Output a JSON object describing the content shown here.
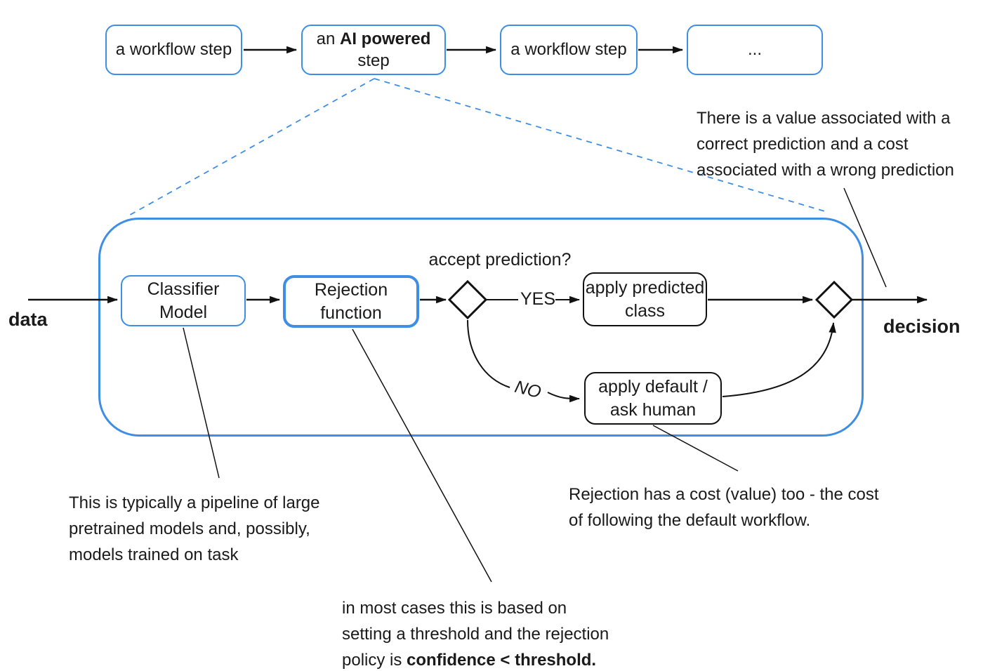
{
  "palette": {
    "accent_blue": "#3e8ee4",
    "ink": "#1a1a1a"
  },
  "top_row": {
    "step1": "a workflow step",
    "step2_line1_prefix": "an ",
    "step2_line1_bold": "AI powered",
    "step2_line2": "step",
    "step3": "a workflow step",
    "step4": "..."
  },
  "pipeline": {
    "input_label": "data",
    "output_label": "decision",
    "classifier_box": {
      "lines": [
        "Classifier",
        "Model"
      ]
    },
    "rejection_box": {
      "lines": [
        "Rejection",
        "function"
      ]
    },
    "gateway_question": "accept prediction?",
    "yes_label": "YES",
    "no_label": "NO",
    "apply_predicted_box": {
      "lines": [
        "apply predicted",
        "class"
      ]
    },
    "apply_default_box": {
      "lines": [
        "apply default /",
        "ask human"
      ]
    }
  },
  "annotations": {
    "value_cost": {
      "lines": [
        "There is a value associated with a",
        "correct prediction and a cost",
        "associated with a wrong prediction"
      ]
    },
    "classifier_note": {
      "lines": [
        "This is typically a pipeline of large",
        "pretrained models and, possibly,",
        "models trained on task"
      ]
    },
    "rejection_note": {
      "lines": [
        "in most cases this is based on",
        "setting a threshold and the rejection"
      ],
      "line3_prefix": "policy is ",
      "line3_bold": "confidence < threshold."
    },
    "rejection_cost_note": {
      "lines": [
        "Rejection has a cost (value) too - the cost",
        "of following the default workflow."
      ]
    }
  }
}
